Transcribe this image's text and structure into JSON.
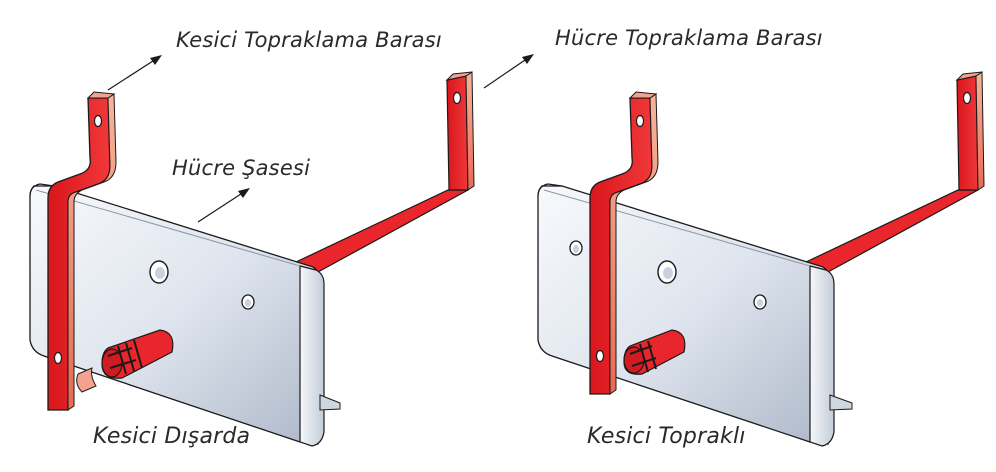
{
  "labels": {
    "breaker_earthing_bar": "Kesici Topraklama Barası",
    "cell_earthing_bar": "Hücre Topraklama Barası",
    "cell_chassis": "Hücre Şasesi",
    "breaker_outside": "Kesici Dışarda",
    "breaker_earthed": "Kesici Topraklı"
  },
  "colors": {
    "bar_red": "#e8262b",
    "bar_edge": "#f4a98a",
    "chassis_light": "#eef2f8",
    "chassis_shade": "#b9c3d3",
    "outline": "#1a1a1a"
  }
}
